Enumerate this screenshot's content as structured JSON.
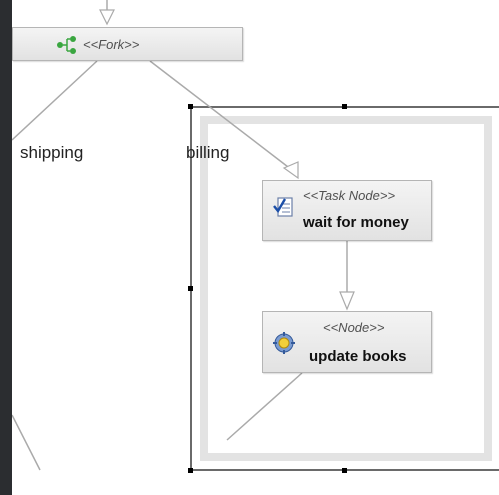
{
  "fork": {
    "stereotype": "<<Fork>>",
    "icon": "fork-icon"
  },
  "edges": {
    "shipping": "shipping",
    "billing": "billing"
  },
  "task_node": {
    "stereotype": "<<Task Node>>",
    "name": "wait for money",
    "icon": "task-checklist-icon"
  },
  "node": {
    "stereotype": "<<Node>>",
    "name": "update books",
    "icon": "gear-node-icon"
  },
  "colors": {
    "background": "#2b2d30",
    "node_fill": "#e8e8e8",
    "selection_border": "#e3e3e3"
  }
}
